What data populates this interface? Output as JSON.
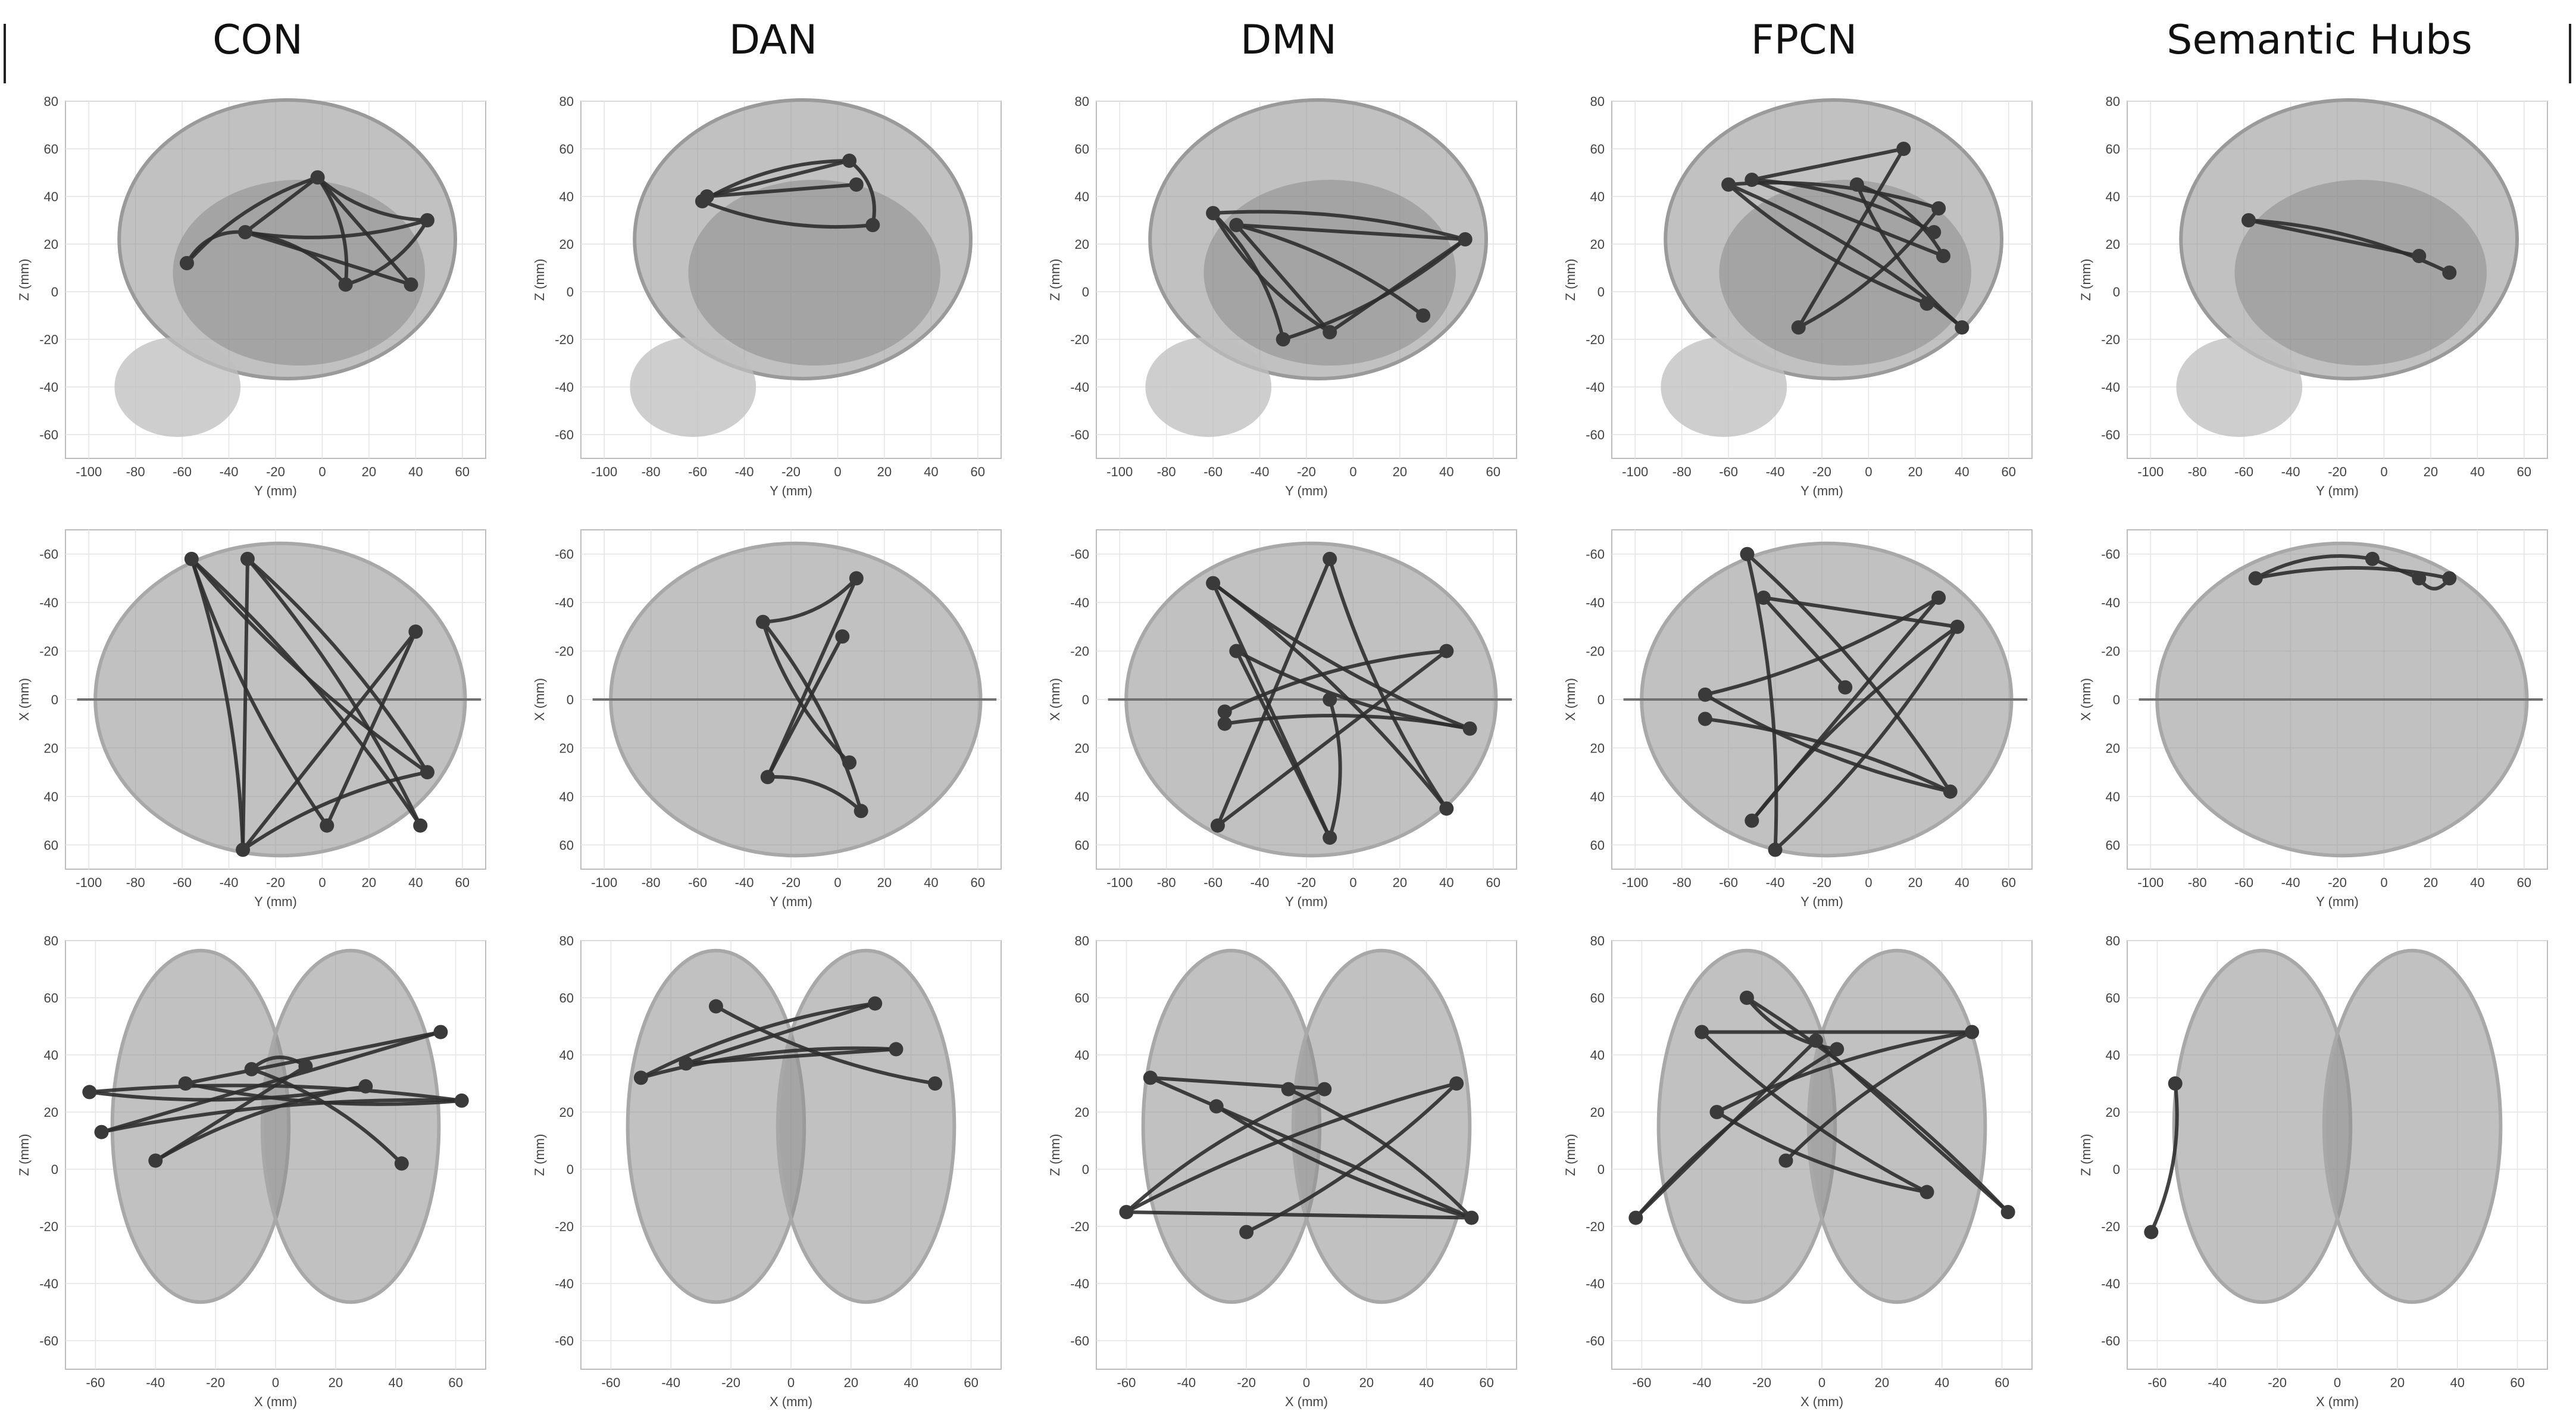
{
  "columns": [
    "CON",
    "DAN",
    "DMN",
    "FPCN",
    "Semantic Hubs"
  ],
  "views": [
    {
      "name": "sagittal",
      "xlabel": "Y (mm)",
      "ylabel": "Z (mm)",
      "xticks": [
        "-100",
        "-80",
        "-60",
        "-40",
        "-20",
        "0",
        "20",
        "40",
        "60"
      ],
      "yticks": [
        "80",
        "60",
        "40",
        "20",
        "0",
        "-20",
        "-40",
        "-60"
      ]
    },
    {
      "name": "axial",
      "xlabel": "Y (mm)",
      "ylabel": "X (mm)",
      "xticks": [
        "-100",
        "-80",
        "-60",
        "-40",
        "-20",
        "0",
        "20",
        "40",
        "60"
      ],
      "yticks": [
        "-60",
        "-40",
        "-20",
        "0",
        "20",
        "40",
        "60"
      ]
    },
    {
      "name": "coronal",
      "xlabel": "X (mm)",
      "ylabel": "Z (mm)",
      "xticks": [
        "-60",
        "-40",
        "-20",
        "0",
        "20",
        "40",
        "60"
      ],
      "yticks": [
        "80",
        "60",
        "40",
        "20",
        "0",
        "-20",
        "-40",
        "-60"
      ]
    }
  ],
  "colors": {
    "brain": "#8e8e8e",
    "brain_dark": "#6f6f6f",
    "edge": "#2e2e2e",
    "node": "#3a3a3a",
    "grid": "#e4e4e4"
  },
  "networks": [
    {
      "name": "CON",
      "sagittal": {
        "nodes": [
          [
            -58,
            12
          ],
          [
            -33,
            25
          ],
          [
            -2,
            48
          ],
          [
            10,
            3
          ],
          [
            38,
            3
          ],
          [
            45,
            30
          ]
        ],
        "edges": [
          [
            0,
            1
          ],
          [
            1,
            2
          ],
          [
            1,
            5
          ],
          [
            2,
            3
          ],
          [
            2,
            4
          ],
          [
            2,
            5
          ],
          [
            0,
            2
          ],
          [
            1,
            4
          ],
          [
            3,
            5
          ],
          [
            1,
            3
          ]
        ]
      },
      "axial": {
        "nodes": [
          [
            -56,
            -58
          ],
          [
            -32,
            -58
          ],
          [
            40,
            -28
          ],
          [
            45,
            30
          ],
          [
            -34,
            62
          ],
          [
            2,
            52
          ],
          [
            42,
            52
          ]
        ],
        "edges": [
          [
            0,
            4
          ],
          [
            1,
            4
          ],
          [
            0,
            3
          ],
          [
            1,
            6
          ],
          [
            2,
            4
          ],
          [
            0,
            5
          ],
          [
            1,
            3
          ],
          [
            2,
            5
          ],
          [
            3,
            4
          ],
          [
            0,
            6
          ]
        ]
      },
      "coronal": {
        "nodes": [
          [
            -62,
            27
          ],
          [
            -58,
            13
          ],
          [
            -30,
            30
          ],
          [
            -8,
            35
          ],
          [
            10,
            36
          ],
          [
            30,
            29
          ],
          [
            55,
            48
          ],
          [
            62,
            24
          ],
          [
            -40,
            3
          ],
          [
            42,
            2
          ]
        ],
        "edges": [
          [
            0,
            7
          ],
          [
            1,
            6
          ],
          [
            2,
            7
          ],
          [
            3,
            9
          ],
          [
            4,
            8
          ],
          [
            0,
            5
          ],
          [
            1,
            7
          ],
          [
            2,
            6
          ],
          [
            5,
            8
          ],
          [
            3,
            4
          ]
        ]
      }
    },
    {
      "name": "DAN",
      "sagittal": {
        "nodes": [
          [
            -58,
            38
          ],
          [
            -56,
            40
          ],
          [
            5,
            55
          ],
          [
            8,
            45
          ],
          [
            15,
            28
          ]
        ],
        "edges": [
          [
            0,
            2
          ],
          [
            1,
            3
          ],
          [
            0,
            4
          ],
          [
            2,
            4
          ],
          [
            1,
            2
          ]
        ]
      },
      "axial": {
        "nodes": [
          [
            -32,
            -32
          ],
          [
            8,
            -50
          ],
          [
            2,
            -26
          ],
          [
            -30,
            32
          ],
          [
            5,
            26
          ],
          [
            10,
            46
          ]
        ],
        "edges": [
          [
            0,
            5
          ],
          [
            1,
            3
          ],
          [
            0,
            1
          ],
          [
            3,
            5
          ],
          [
            2,
            3
          ],
          [
            0,
            4
          ]
        ]
      },
      "coronal": {
        "nodes": [
          [
            -50,
            32
          ],
          [
            -35,
            37
          ],
          [
            -25,
            57
          ],
          [
            28,
            58
          ],
          [
            35,
            42
          ],
          [
            48,
            30
          ]
        ],
        "edges": [
          [
            0,
            4
          ],
          [
            1,
            3
          ],
          [
            2,
            5
          ],
          [
            0,
            3
          ],
          [
            1,
            4
          ]
        ]
      }
    },
    {
      "name": "DMN",
      "sagittal": {
        "nodes": [
          [
            -60,
            33
          ],
          [
            -50,
            28
          ],
          [
            -30,
            -20
          ],
          [
            -10,
            -17
          ],
          [
            30,
            -10
          ],
          [
            48,
            22
          ]
        ],
        "edges": [
          [
            0,
            5
          ],
          [
            1,
            5
          ],
          [
            0,
            3
          ],
          [
            1,
            4
          ],
          [
            3,
            5
          ],
          [
            2,
            5
          ],
          [
            0,
            2
          ],
          [
            1,
            3
          ]
        ]
      },
      "axial": {
        "nodes": [
          [
            -60,
            -48
          ],
          [
            -10,
            -58
          ],
          [
            -50,
            -20
          ],
          [
            -55,
            5
          ],
          [
            -55,
            10
          ],
          [
            -10,
            0
          ],
          [
            40,
            -20
          ],
          [
            50,
            12
          ],
          [
            40,
            45
          ],
          [
            -58,
            52
          ],
          [
            -10,
            57
          ]
        ],
        "edges": [
          [
            0,
            8
          ],
          [
            1,
            9
          ],
          [
            2,
            7
          ],
          [
            3,
            6
          ],
          [
            0,
            10
          ],
          [
            1,
            8
          ],
          [
            4,
            7
          ],
          [
            9,
            6
          ],
          [
            0,
            7
          ],
          [
            5,
            10
          ],
          [
            2,
            10
          ]
        ]
      },
      "coronal": {
        "nodes": [
          [
            -60,
            -15
          ],
          [
            -52,
            32
          ],
          [
            -30,
            22
          ],
          [
            -20,
            -22
          ],
          [
            -6,
            28
          ],
          [
            6,
            28
          ],
          [
            50,
            30
          ],
          [
            55,
            -17
          ]
        ],
        "edges": [
          [
            0,
            6
          ],
          [
            1,
            7
          ],
          [
            2,
            7
          ],
          [
            0,
            5
          ],
          [
            1,
            5
          ],
          [
            3,
            6
          ],
          [
            4,
            7
          ],
          [
            0,
            7
          ]
        ]
      }
    },
    {
      "name": "FPCN",
      "sagittal": {
        "nodes": [
          [
            -60,
            45
          ],
          [
            -50,
            47
          ],
          [
            -30,
            -15
          ],
          [
            -5,
            45
          ],
          [
            15,
            60
          ],
          [
            25,
            -5
          ],
          [
            28,
            25
          ],
          [
            30,
            35
          ],
          [
            32,
            15
          ],
          [
            40,
            -15
          ]
        ],
        "edges": [
          [
            0,
            7
          ],
          [
            1,
            8
          ],
          [
            0,
            5
          ],
          [
            1,
            6
          ],
          [
            2,
            4
          ],
          [
            3,
            9
          ],
          [
            0,
            9
          ],
          [
            1,
            4
          ],
          [
            2,
            7
          ],
          [
            3,
            8
          ]
        ]
      },
      "axial": {
        "nodes": [
          [
            -52,
            -60
          ],
          [
            -45,
            -42
          ],
          [
            -70,
            -2
          ],
          [
            -70,
            8
          ],
          [
            -50,
            50
          ],
          [
            -40,
            62
          ],
          [
            30,
            -42
          ],
          [
            38,
            -30
          ],
          [
            35,
            38
          ],
          [
            -10,
            -5
          ]
        ],
        "edges": [
          [
            0,
            8
          ],
          [
            1,
            7
          ],
          [
            2,
            6
          ],
          [
            3,
            8
          ],
          [
            4,
            6
          ],
          [
            5,
            7
          ],
          [
            0,
            5
          ],
          [
            1,
            9
          ],
          [
            2,
            8
          ],
          [
            4,
            7
          ]
        ]
      },
      "coronal": {
        "nodes": [
          [
            -62,
            -17
          ],
          [
            -40,
            48
          ],
          [
            -35,
            20
          ],
          [
            -25,
            60
          ],
          [
            -12,
            3
          ],
          [
            -2,
            45
          ],
          [
            5,
            42
          ],
          [
            35,
            -8
          ],
          [
            50,
            48
          ],
          [
            62,
            -15
          ]
        ],
        "edges": [
          [
            0,
            6
          ],
          [
            1,
            8
          ],
          [
            2,
            7
          ],
          [
            3,
            9
          ],
          [
            0,
            5
          ],
          [
            1,
            7
          ],
          [
            4,
            8
          ],
          [
            5,
            9
          ],
          [
            3,
            6
          ],
          [
            2,
            8
          ]
        ]
      }
    },
    {
      "name": "Semantic Hubs",
      "sagittal": {
        "nodes": [
          [
            -58,
            30
          ],
          [
            15,
            15
          ],
          [
            28,
            8
          ]
        ],
        "edges": [
          [
            0,
            2
          ],
          [
            0,
            1
          ]
        ]
      },
      "axial": {
        "nodes": [
          [
            -55,
            -50
          ],
          [
            -5,
            -58
          ],
          [
            15,
            -50
          ],
          [
            28,
            -50
          ]
        ],
        "edges": [
          [
            0,
            1
          ],
          [
            1,
            2
          ],
          [
            2,
            3
          ],
          [
            0,
            3
          ]
        ]
      },
      "coronal": {
        "nodes": [
          [
            -54,
            30
          ],
          [
            -62,
            -22
          ]
        ],
        "edges": [
          [
            0,
            1
          ]
        ]
      }
    }
  ]
}
